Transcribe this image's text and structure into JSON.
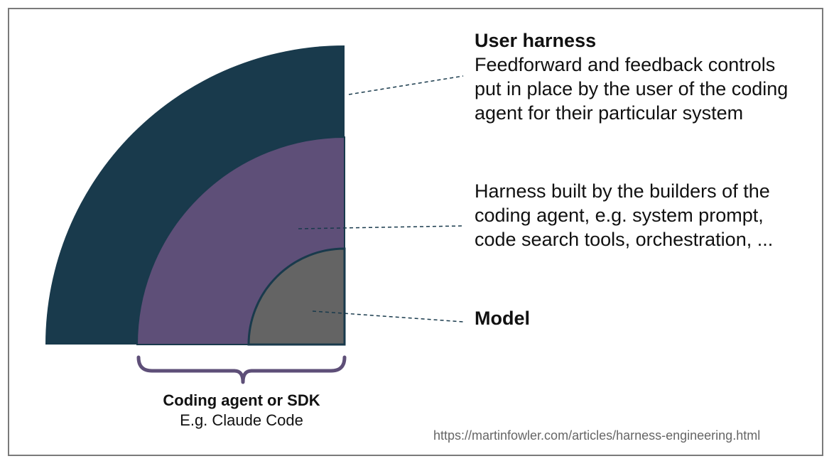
{
  "layers": {
    "user_harness": {
      "title": "User harness",
      "description": "Feedforward and feedback controls put in place by the user of the coding agent for their particular system",
      "color": "#193a4c"
    },
    "agent_harness": {
      "title": "",
      "description": "Harness built by the builders of the coding agent, e.g. system prompt, code search tools, orchestration, ...",
      "color": "#5e4f78"
    },
    "model": {
      "title": "Model",
      "color": "#646464"
    }
  },
  "caption": {
    "title": "Coding agent or SDK",
    "subtitle": "E.g. Claude Code"
  },
  "source": {
    "url": "https://martinfowler.com/articles/harness-engineering.html"
  }
}
